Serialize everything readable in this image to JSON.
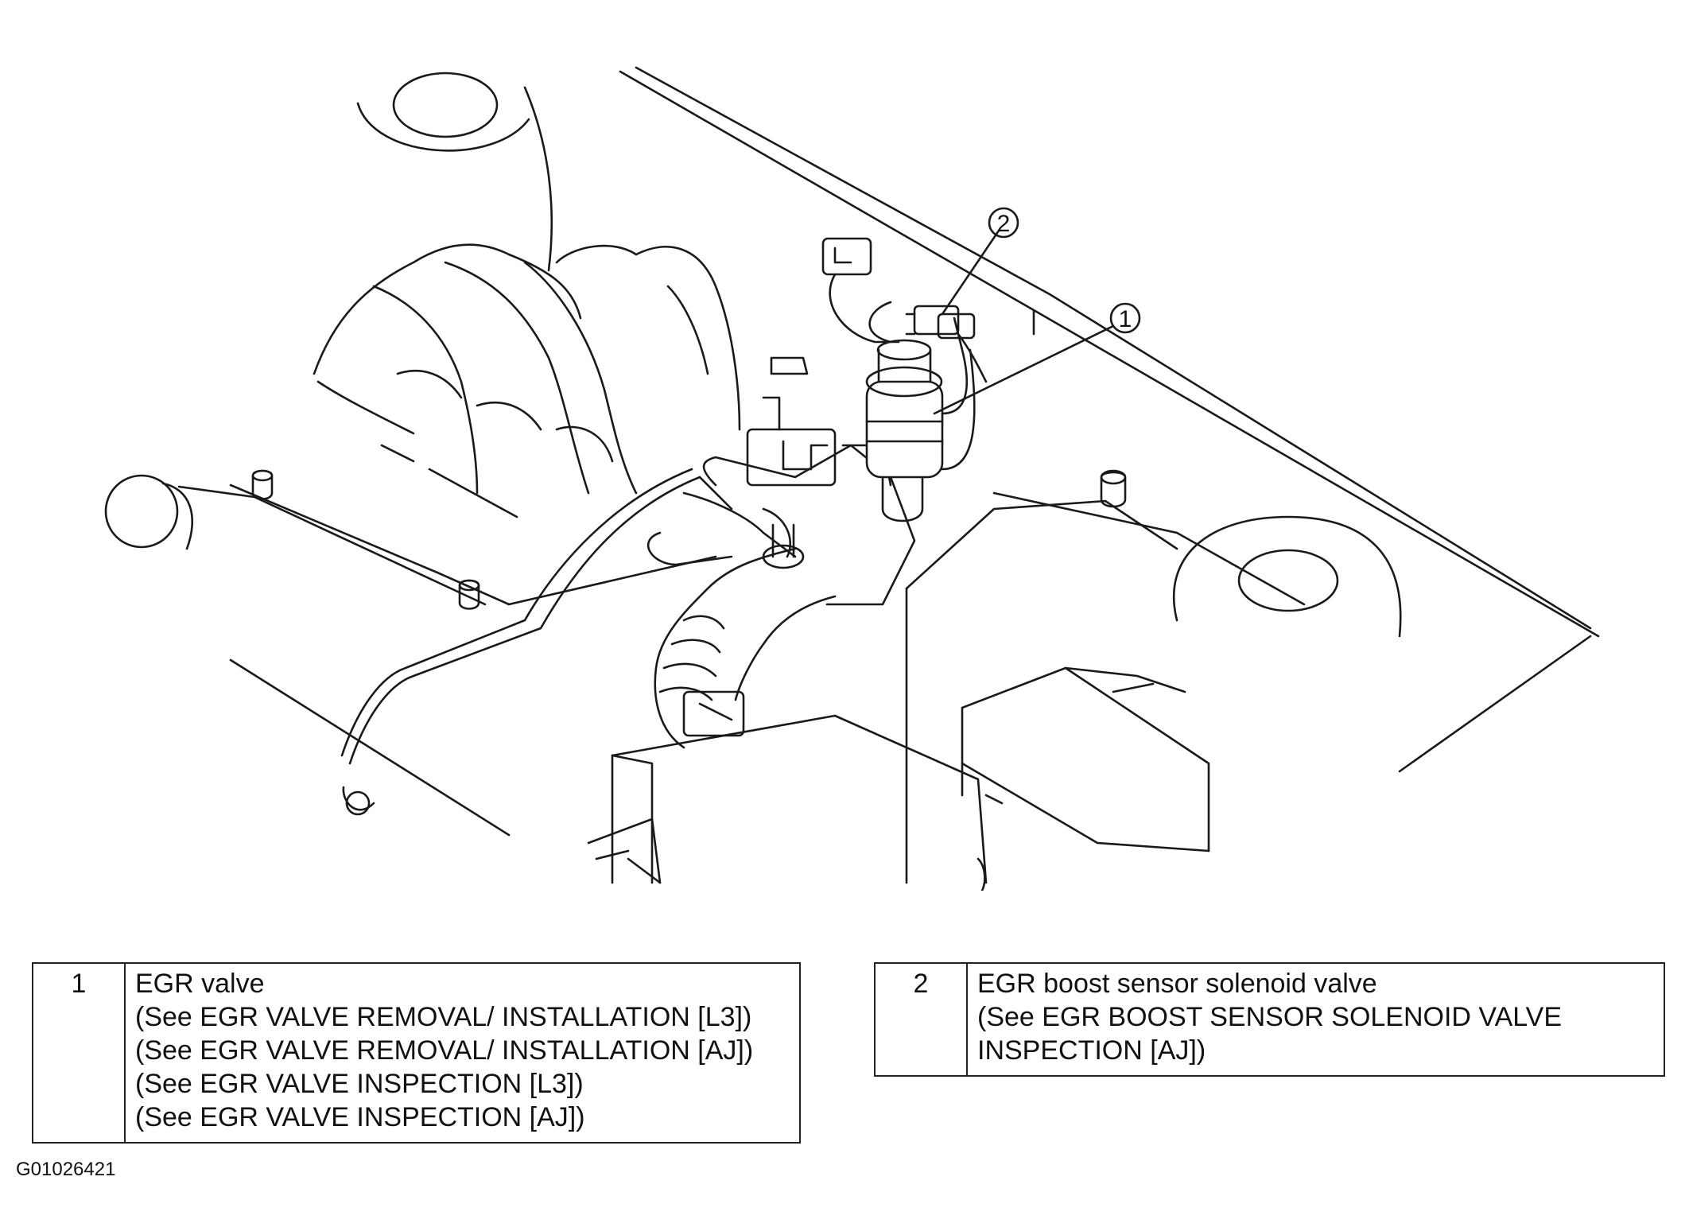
{
  "callouts": [
    {
      "number": "1",
      "label": "EGR valve"
    },
    {
      "number": "2",
      "label": "EGR boost sensor solenoid valve"
    }
  ],
  "legend": [
    {
      "number": "1",
      "lines": [
        "EGR valve",
        "(See EGR VALVE REMOVAL/ INSTALLATION [L3])",
        "(See EGR VALVE REMOVAL/ INSTALLATION [AJ])",
        "(See EGR VALVE INSPECTION [L3])",
        "(See EGR VALVE INSPECTION [AJ])"
      ]
    },
    {
      "number": "2",
      "lines": [
        "EGR boost sensor solenoid valve",
        "(See EGR BOOST SENSOR SOLENOID VALVE",
        " INSPECTION [AJ])"
      ]
    }
  ],
  "figure_code": "G01026421"
}
